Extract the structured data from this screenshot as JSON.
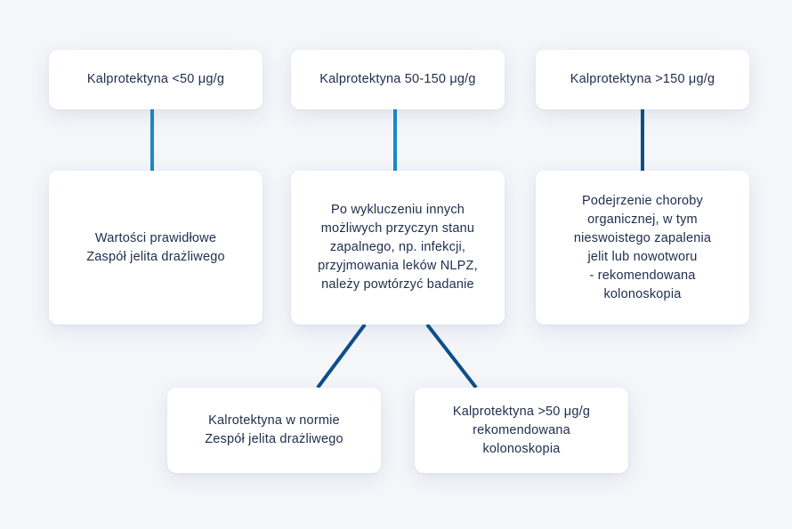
{
  "diagram": {
    "colors": {
      "background": "#f4f6fa",
      "box_background": "#ffffff",
      "text": "#1f2c4d",
      "connector_light": "#1a8ac9",
      "connector_dark": "#0d4f8a"
    },
    "top_row": [
      {
        "text": "Kalprotektyna <50 μg/g"
      },
      {
        "text": "Kalprotektyna 50-150 μg/g"
      },
      {
        "text": "Kalprotektyna >150 μg/g"
      }
    ],
    "middle_row": [
      {
        "text": "Wartości prawidłowe\nZaspół jelita drażliwego"
      },
      {
        "text": "Po wykluczeniu innych\nmożliwych przyczyn stanu\nzapalnego, np. infekcji,\nprzyjmowania leków NLPZ,\nnależy powtórzyć badanie"
      },
      {
        "text": "Podejrzenie choroby\norganicznej, w tym\nnieswoistego zapalenia\njelit lub nowotworu\n- rekomendowana\nkolonoskopia"
      }
    ],
    "bottom_row": [
      {
        "text": "Kalrotektyna w normie\nZespół jelita drażliwego"
      },
      {
        "text": "Kalprotektyna >50 μg/g\nrekomendowana\nkolonoskopia"
      }
    ]
  }
}
